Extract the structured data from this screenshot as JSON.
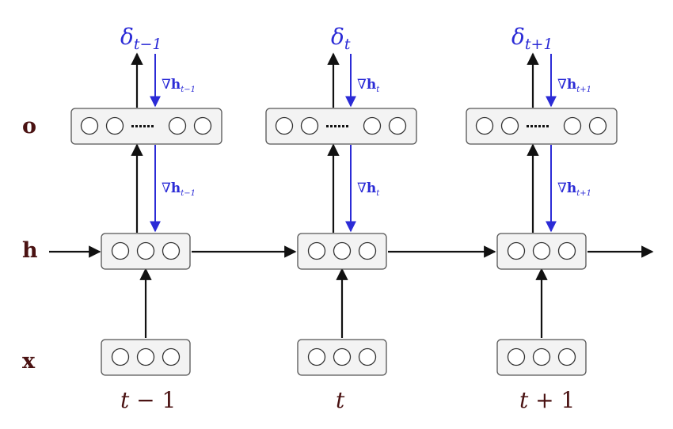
{
  "rows": {
    "o_label": "o",
    "h_label": "h",
    "x_label": "x"
  },
  "steps": [
    {
      "time_prefix": "t",
      "time_suffix": " − 1",
      "delta_main": "δ",
      "delta_sub": "t−1",
      "grad_symbol": "∇",
      "grad_bold": "h",
      "grad_sub": "t−1"
    },
    {
      "time_prefix": "t",
      "time_suffix": "",
      "delta_main": "δ",
      "delta_sub": "t",
      "grad_symbol": "∇",
      "grad_bold": "h",
      "grad_sub": "t"
    },
    {
      "time_prefix": "t",
      "time_suffix": " + 1",
      "delta_main": "δ",
      "delta_sub": "t+1",
      "grad_symbol": "∇",
      "grad_bold": "h",
      "grad_sub": "t+1"
    }
  ],
  "colors": {
    "gradient": "#2b2bd6",
    "label": "#4a1212",
    "box_fill": "#f3f3f3"
  }
}
